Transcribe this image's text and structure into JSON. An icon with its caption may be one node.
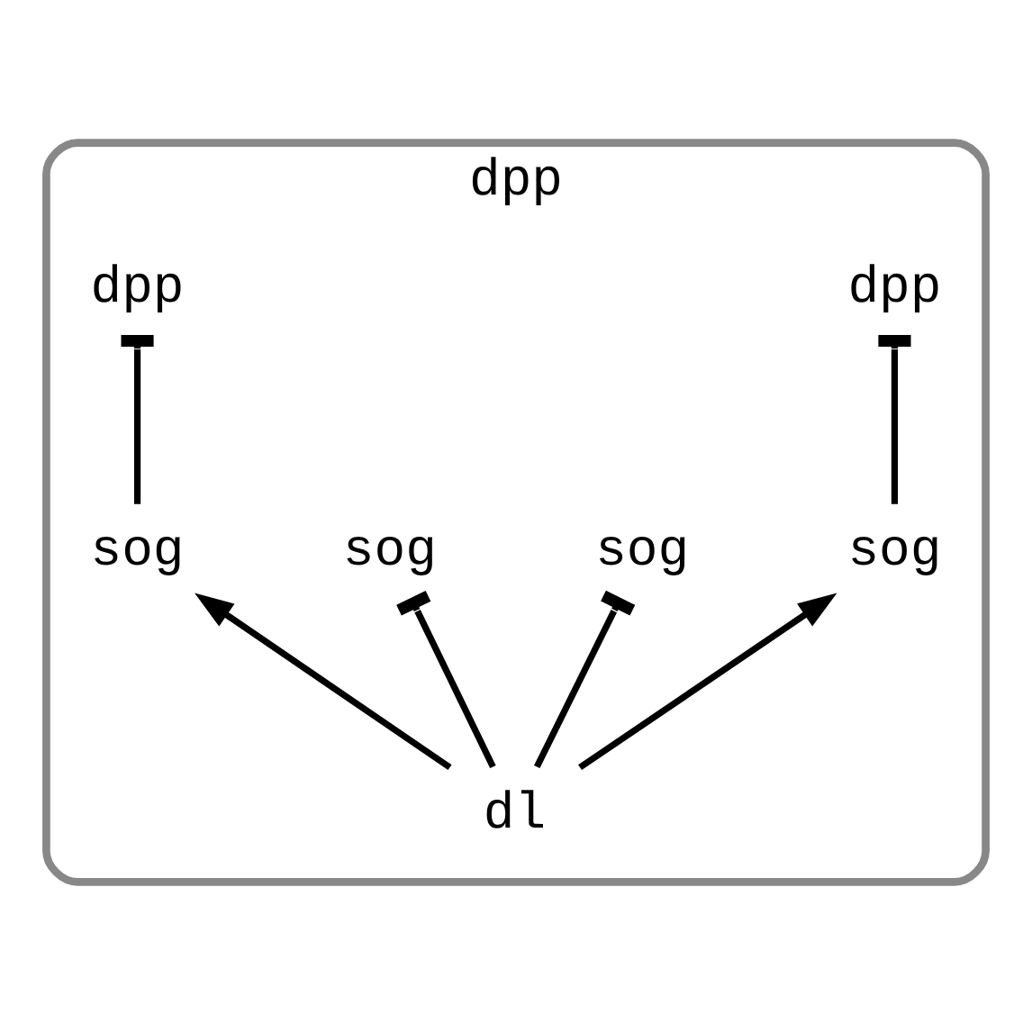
{
  "diagram": {
    "nodes": [
      {
        "text": [
          "dpp"
        ]
      },
      {
        "text": [
          "dpp"
        ],
        "in": 0
      },
      {
        "text": [
          "dpp"
        ],
        "in": 0
      },
      {
        "text": [
          "sog"
        ],
        "in": 0
      },
      {
        "text": [
          "sog"
        ],
        "in": 0
      },
      {
        "text": [
          "sog"
        ],
        "in": 0
      },
      {
        "text": [
          "sog"
        ],
        "in": 0
      },
      {
        "text": [
          "dl"
        ],
        "in": 0
      }
    ],
    "edges": [
      {
        "from": 3,
        "to": 1,
        "arrow": "other"
      },
      {
        "from": 4,
        "to": 2,
        "arrow": "other"
      },
      {
        "from": 7,
        "to": 3,
        "arrow": "to"
      },
      {
        "from": 7,
        "to": 4,
        "arrow": "to"
      },
      {
        "from": 7,
        "to": 5,
        "arrow": "other"
      },
      {
        "from": 7,
        "to": 6,
        "arrow": "other"
      }
    ]
  }
}
